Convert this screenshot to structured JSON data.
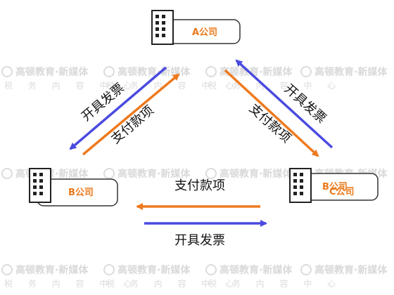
{
  "watermark": {
    "brand": "高顿教育·新媒体",
    "sub": "税 务 内 容 中 心"
  },
  "companies": {
    "a": {
      "label": "A公司"
    },
    "b": {
      "label": "B公司"
    },
    "c": {
      "label": "C公司",
      "overlap_label": "B公司"
    }
  },
  "edges": {
    "left_outer": "开具发票",
    "left_inner": "支付款项",
    "right_outer": "开具发票",
    "right_inner": "支付款项",
    "bottom_top": "支付款项",
    "bottom_bottom": "开具发票"
  },
  "colors": {
    "invoice_arrow": "#4a4ae0",
    "payment_arrow": "#ee7a1e",
    "label_text": "#ea7a1c",
    "watermark": "#d9d9d9"
  }
}
